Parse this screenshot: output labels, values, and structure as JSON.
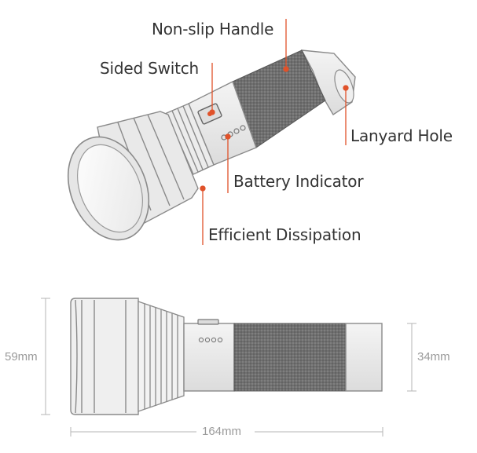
{
  "callouts": {
    "handle": "Non-slip Handle",
    "switch": "Sided Switch",
    "lanyard": "Lanyard Hole",
    "battery": "Battery Indicator",
    "dissipation": "Efficient Dissipation"
  },
  "dimensions": {
    "head_height": "59mm",
    "tail_height": "34mm",
    "length": "164mm"
  },
  "colors": {
    "accent": "#e0522a",
    "outline": "#8a8a8a",
    "grip": "#6e6e6e",
    "text": "#333333",
    "dim_text": "#9a9a9a"
  }
}
